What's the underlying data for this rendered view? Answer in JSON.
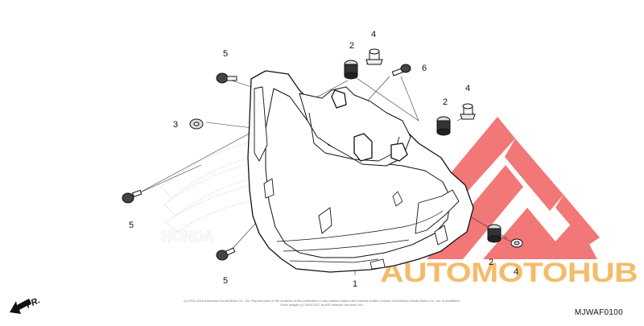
{
  "diagram": {
    "code": "MJWAF0100",
    "direction_marker": "FR.",
    "copyright": [
      "(c) 2002-2018 American Honda Motor Co., Inc. Reproduction of the contents of this publication in any manner without the express written consent of American Honda Motor Co., Inc. is prohibited.",
      "Parts images (c) 2004-2017 by ARI Network Services, Inc."
    ],
    "callouts": {
      "headlight_assembly": "1",
      "rubber_upper_left": "2",
      "rubber_upper_right": "2",
      "rubber_lower_right": "2",
      "collar_left": "3",
      "grommet_top": "4",
      "grommet_right": "4",
      "grommet_bottom": "4",
      "bolt_upper_left": "5",
      "bolt_mid_left": "5",
      "bolt_lower_left": "5",
      "screw_top": "6"
    }
  },
  "watermark": {
    "brand_left": "HONDA",
    "logo_text": "AUTOMOTOHUB",
    "colors": {
      "accent": "#f05a5a",
      "auto_gold": "#f3b55a",
      "hub_gray": "#707070"
    }
  }
}
